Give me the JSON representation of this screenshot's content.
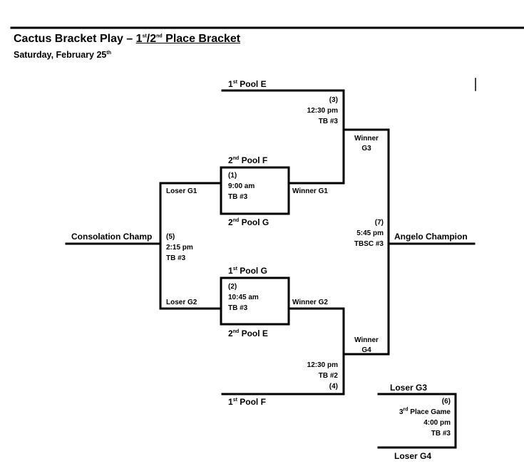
{
  "header": {
    "title_prefix": "Cactus Bracket Play – ",
    "title_1": "1",
    "title_1_sup": "st",
    "title_slash": "/2",
    "title_2_sup": "nd",
    "title_suffix": " Place Bracket",
    "date": "Saturday, February 25",
    "date_sup": "th"
  },
  "teams": {
    "pool_e1": {
      "num": "1",
      "sup": "st",
      "name": " Pool E"
    },
    "pool_f2": {
      "num": "2",
      "sup": "nd",
      "name": " Pool F"
    },
    "pool_g2": {
      "num": "2",
      "sup": "nd",
      "name": " Pool G"
    },
    "pool_g1": {
      "num": "1",
      "sup": "st",
      "name": " Pool G"
    },
    "pool_e2": {
      "num": "2",
      "sup": "nd",
      "name": " Pool E"
    },
    "pool_f1": {
      "num": "1",
      "sup": "st",
      "name": " Pool F"
    }
  },
  "games": {
    "g1": {
      "num": "(1)",
      "time": "9:00 am",
      "field": "TB #3"
    },
    "g2": {
      "num": "(2)",
      "time": "10:45 am",
      "field": "TB #3"
    },
    "g3": {
      "num": "(3)",
      "time": "12:30 pm",
      "field": "TB #3"
    },
    "g4": {
      "num": "(4)",
      "time": "12:30 pm",
      "field": "TB #2"
    },
    "g5": {
      "num": "(5)",
      "time": "2:15 pm",
      "field": "TB #3"
    },
    "g6": {
      "num": "(6)",
      "label_num": "3",
      "label_sup": "rd",
      "label": " Place Game",
      "time": "4:00 pm",
      "field": "TB #3"
    },
    "g7": {
      "num": "(7)",
      "time": "5:45 pm",
      "field": "TBSC #3"
    }
  },
  "labels": {
    "winner_g1": "Winner G1",
    "winner_g2": "Winner G2",
    "winner_g3_a": "Winner",
    "winner_g3_b": "G3",
    "winner_g4_a": "Winner",
    "winner_g4_b": "G4",
    "loser_g1": "Loser G1",
    "loser_g2": "Loser G2",
    "loser_g3": "Loser G3",
    "loser_g4": "Loser G4",
    "consolation": "Consolation Champ",
    "champion": "Angelo Champion"
  }
}
